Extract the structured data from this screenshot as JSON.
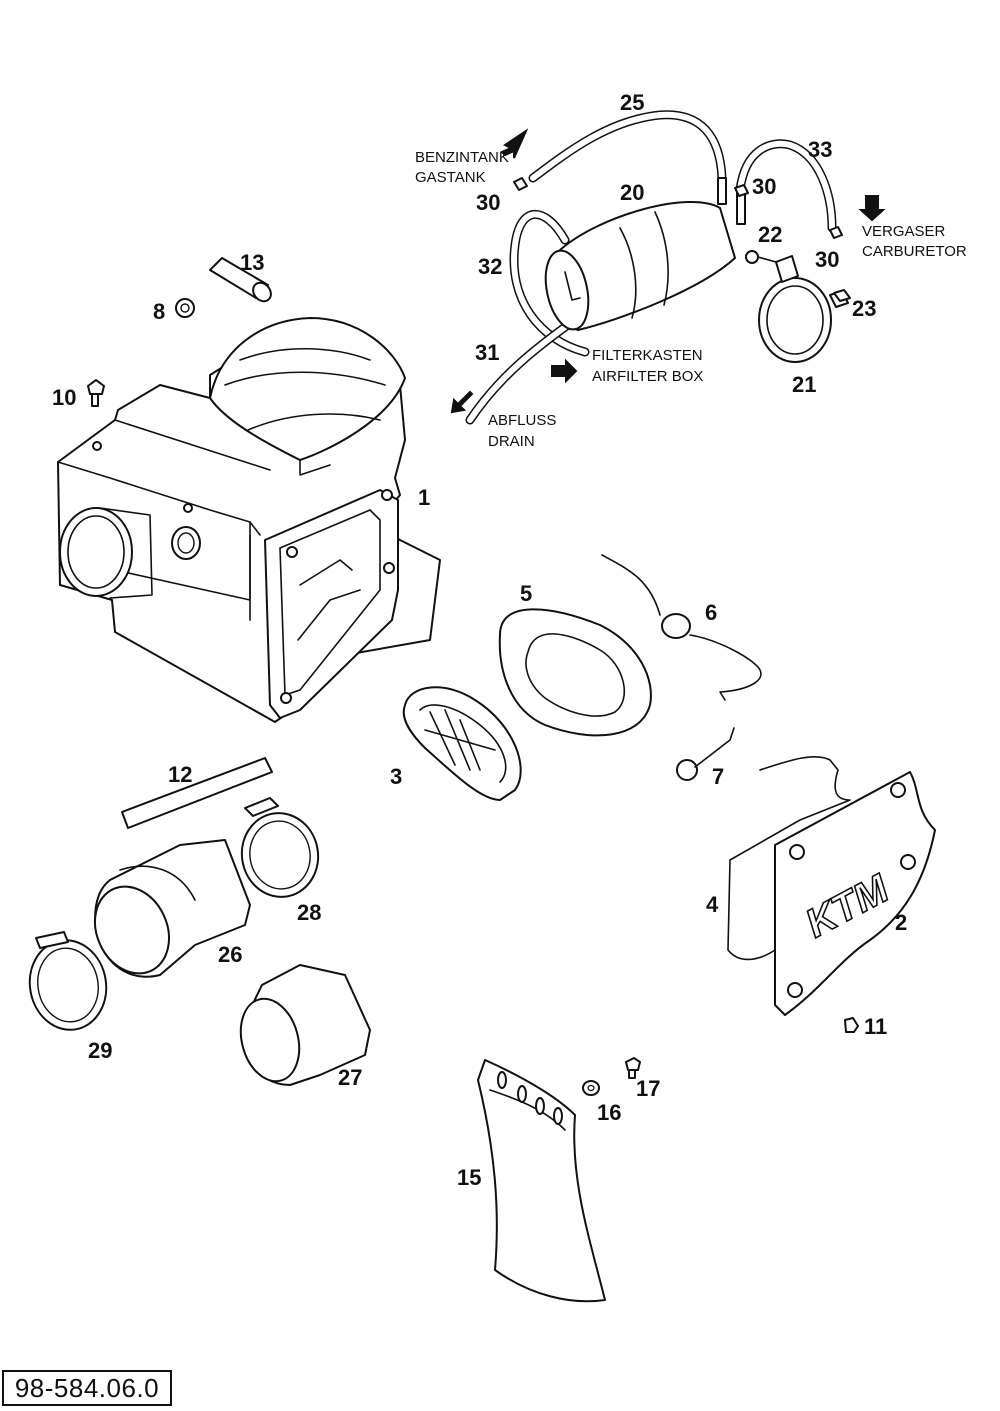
{
  "labels": {
    "p1": "1",
    "p2": "2",
    "p3": "3",
    "p4": "4",
    "p5": "5",
    "p6": "6",
    "p7": "7",
    "p8": "8",
    "p10": "10",
    "p11": "11",
    "p12": "12",
    "p13": "13",
    "p15": "15",
    "p16": "16",
    "p17": "17",
    "p20": "20",
    "p21": "21",
    "p22": "22",
    "p23": "23",
    "p25": "25",
    "p26": "26",
    "p27": "27",
    "p28": "28",
    "p29": "29",
    "p30a": "30",
    "p30b": "30",
    "p30c": "30",
    "p31": "31",
    "p32": "32",
    "p33": "33"
  },
  "notes": {
    "gastank_de": "BENZINTANK",
    "gastank_en": "GASTANK",
    "carb_de": "VERGASER",
    "carb_en": "CARBURETOR",
    "filterbox_de": "FILTERKASTEN",
    "filterbox_en": "AIRFILTER BOX",
    "drain_de": "ABFLUSS",
    "drain_en": "DRAIN"
  },
  "logo_text": "KTM",
  "drawing_code": "98-584.06.0"
}
